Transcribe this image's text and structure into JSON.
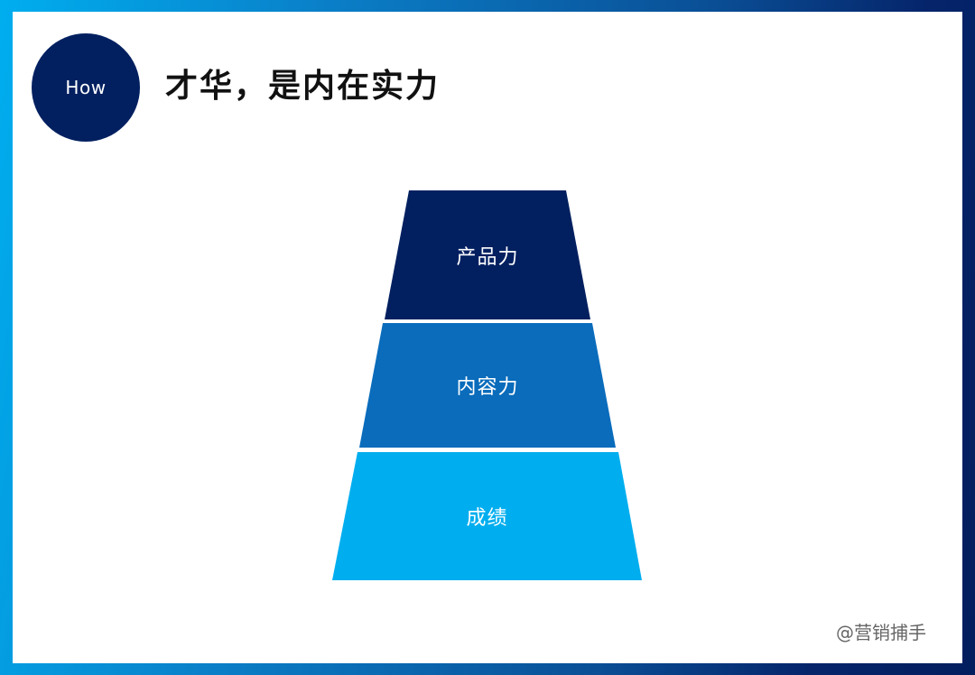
{
  "slide": {
    "badge_label": "How",
    "title": "才华，是内在实力",
    "watermark": "@营销捕手"
  },
  "pyramid": {
    "tiers": [
      {
        "label": "产品力",
        "color": "#022060"
      },
      {
        "label": "内容力",
        "color": "#0a6cbb"
      },
      {
        "label": "成绩",
        "color": "#00aeef"
      }
    ]
  },
  "colors": {
    "frame_gradient_start": "#00aeef",
    "frame_gradient_end": "#031e5e",
    "badge_bg": "#022060",
    "panel_bg": "#ffffff"
  }
}
